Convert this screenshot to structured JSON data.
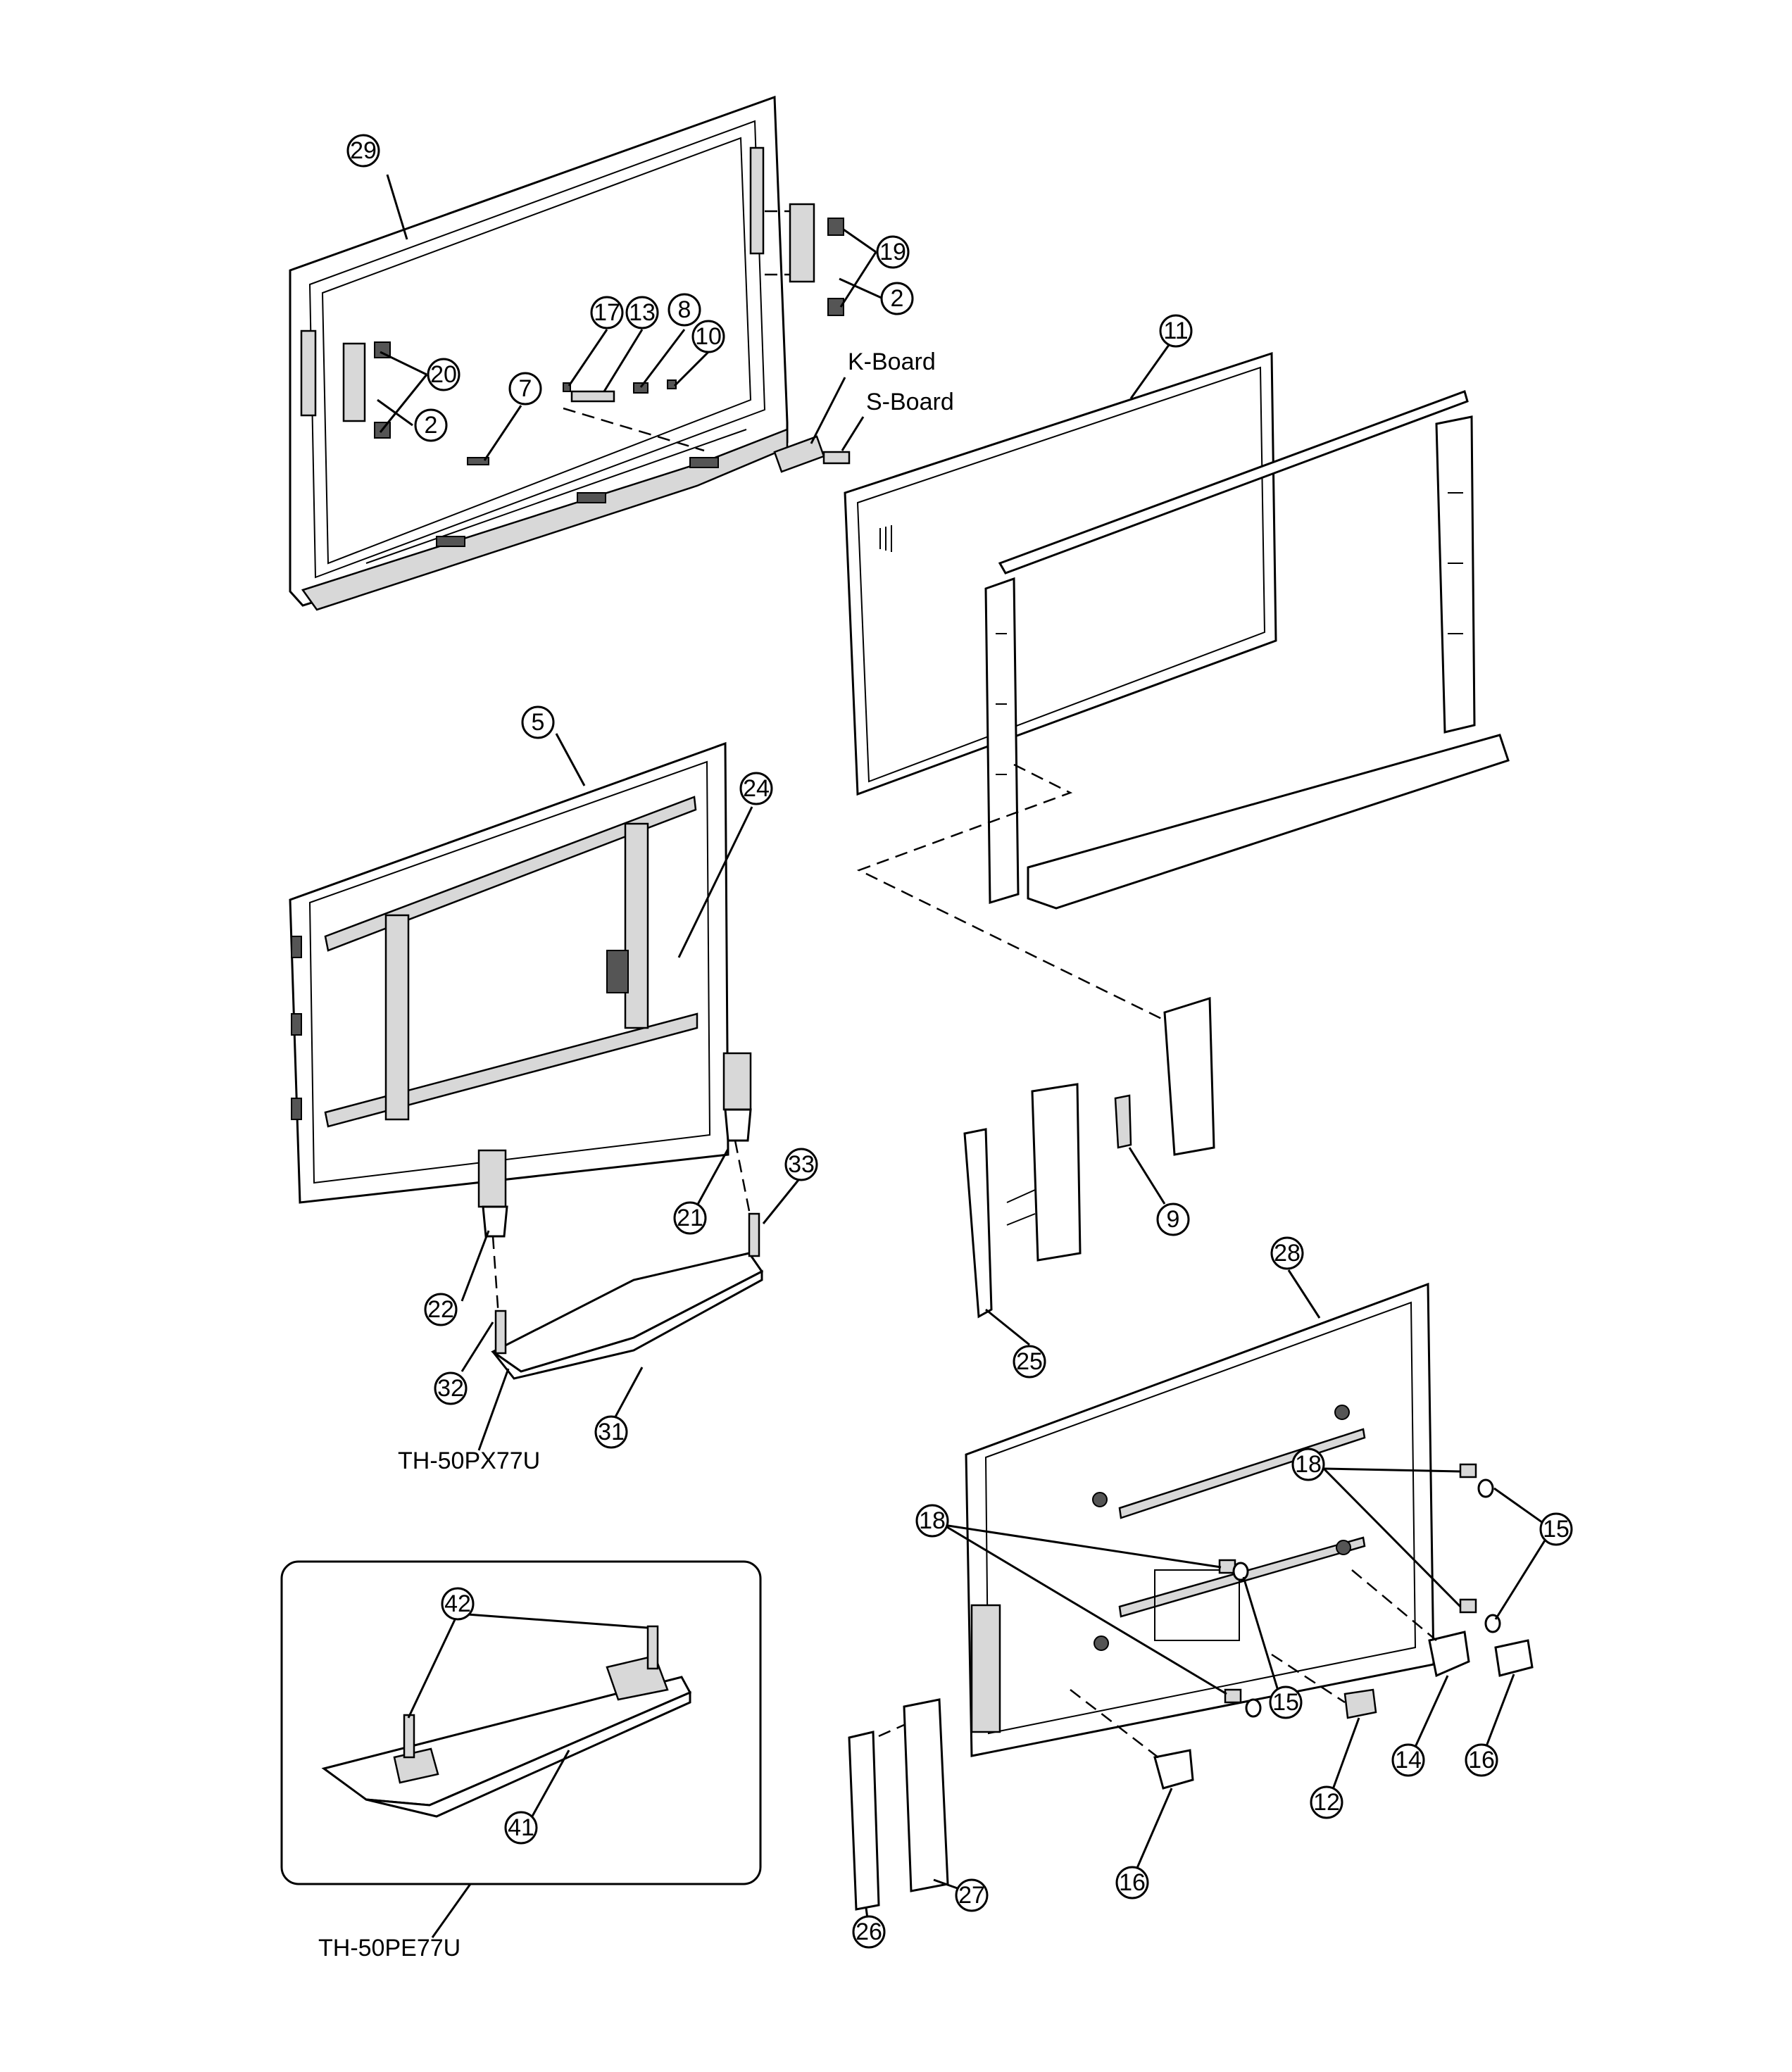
{
  "callouts": {
    "c29": "29",
    "c19": "19",
    "c2a": "2",
    "c2b": "2",
    "c17": "17",
    "c13": "13",
    "c8": "8",
    "c10": "10",
    "c20": "20",
    "c7": "7",
    "c11": "11",
    "c5": "5",
    "c24": "24",
    "c33": "33",
    "c21": "21",
    "c22": "22",
    "c32": "32",
    "c31": "31",
    "c9": "9",
    "c25": "25",
    "c28": "28",
    "c18a": "18",
    "c18b": "18",
    "c15a": "15",
    "c15b": "15",
    "c42": "42",
    "c41": "41",
    "c26": "26",
    "c27": "27",
    "c16a": "16",
    "c16b": "16",
    "c12": "12",
    "c14": "14"
  },
  "labels": {
    "k_board": "K-Board",
    "s_board": "S-Board",
    "model_px": "TH-50PX77U",
    "model_pe": "TH-50PE77U"
  }
}
